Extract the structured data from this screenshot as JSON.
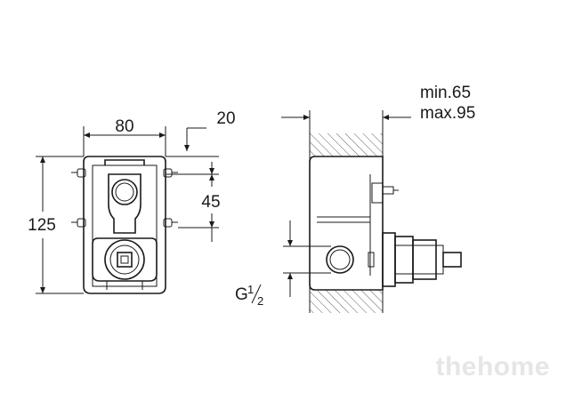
{
  "dimensions": {
    "width": "80",
    "offset_top": "20",
    "height": "125",
    "offset_inlet": "45",
    "thread": "G",
    "thread_fraction_num": "1",
    "thread_fraction_den": "2",
    "depth_min": "min.65",
    "depth_max": "max.95"
  },
  "watermark": "thehome"
}
